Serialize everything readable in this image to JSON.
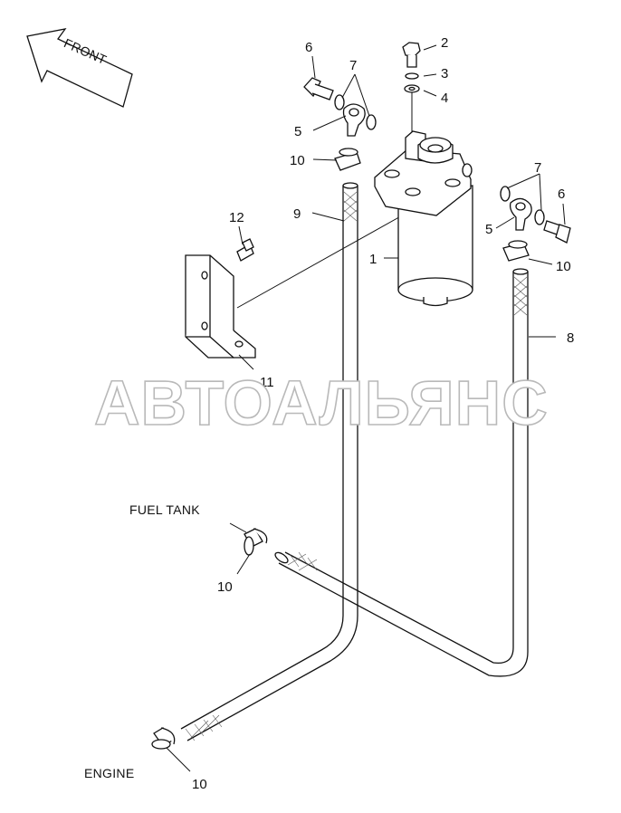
{
  "front_label": "FRONT",
  "watermark": "АВТОАЛЬЯНС",
  "labels": {
    "fuel_tank": "FUEL TANK",
    "engine": "ENGINE"
  },
  "callouts": {
    "c1": "1",
    "c2": "2",
    "c3": "3",
    "c4": "4",
    "c5a": "5",
    "c5b": "5",
    "c6a": "6",
    "c6b": "6",
    "c7a": "7",
    "c7b": "7",
    "c8": "8",
    "c9": "9",
    "c10a": "10",
    "c10b": "10",
    "c10c": "10",
    "c10d": "10",
    "c11": "11",
    "c12": "12"
  }
}
